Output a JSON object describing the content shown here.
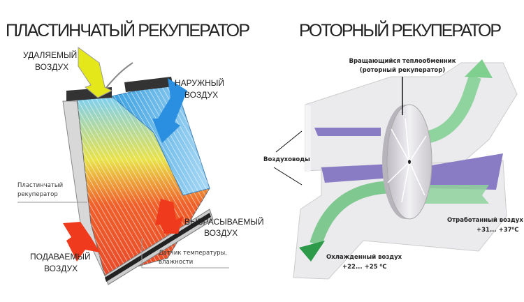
{
  "plate": {
    "title": "ПЛАСТИНЧАТЫЙ РЕКУПЕРАТОР",
    "exhaust_in": [
      "УДАЛЯЕМЫЙ",
      "ВОЗДУХ"
    ],
    "outdoor": [
      "НАРУЖНЫЙ",
      "ВОЗДУХ"
    ],
    "recuperator": [
      "Пластинчатый",
      "рекуператор"
    ],
    "exhaust_out": [
      "ВЫБРАСЫВАЕМЫЙ",
      "ВОЗДУХ"
    ],
    "supply": [
      "ПОДАВАЕМЫЙ",
      "ВОЗДУХ"
    ],
    "sensor": [
      "Датчик температуры,",
      "влажности"
    ]
  },
  "rotary": {
    "title": "РОТОРНЫЙ РЕКУПЕРАТОР",
    "wheel": [
      "Вращающийся теплообменник",
      "(роторный рекуператор)"
    ],
    "ducts": "Воздуховоды",
    "exhaust": [
      "Отработанный воздух",
      "+31... +37⁰C"
    ],
    "cooled": [
      "Охлажденный воздух",
      "+22... +25 ⁰C"
    ]
  },
  "colors": {
    "blue": "#2a8fe0",
    "red": "#f03a1e",
    "yellow": "#e4e81a",
    "green": "#6cc27f",
    "purple": "#8a7cc4"
  }
}
